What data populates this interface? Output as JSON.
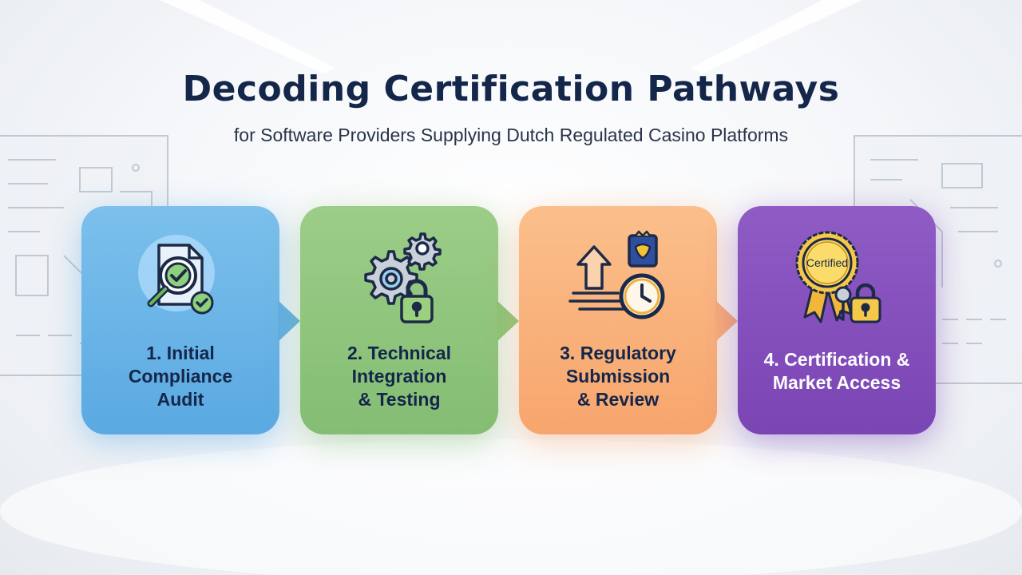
{
  "header": {
    "title": "Decoding Certification Pathways",
    "subtitle": "for Software Providers Supplying Dutch Regulated Casino Platforms"
  },
  "steps": [
    {
      "label_line1": "1. Initial",
      "label_line2": "Compliance",
      "label_line3": "Audit",
      "icon": "document-magnifier-check-icon",
      "color": "#5aa9e2"
    },
    {
      "label_line1": "2. Technical",
      "label_line2": "Integration",
      "label_line3": "& Testing",
      "icon": "gears-padlock-icon",
      "color": "#84bd73"
    },
    {
      "label_line1": "3. Regulatory",
      "label_line2": "Submission",
      "label_line3": "& Review",
      "icon": "arrow-crest-clock-icon",
      "color": "#f7a56d"
    },
    {
      "label_line1": "4. Certification &",
      "label_line2": "Market Access",
      "icon": "certified-seal-key-padlock-icon",
      "color": "#7a45b4",
      "seal_text": "Certified"
    }
  ]
}
